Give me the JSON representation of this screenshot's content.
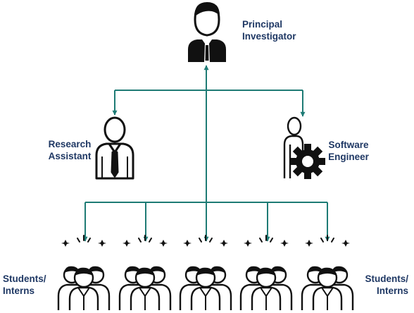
{
  "roles": {
    "principal": {
      "line1": "Principal",
      "line2": "Investigator"
    },
    "research": {
      "line1": "Research",
      "line2": "Assistant"
    },
    "software": {
      "line1": "Software",
      "line2": "Engineer"
    },
    "students_left": {
      "line1": "Students/",
      "line2": "Interns"
    },
    "students_right": {
      "line1": "Students/",
      "line2": "Interns"
    }
  },
  "colors": {
    "connector": "#1e7b75",
    "label": "#1f3864",
    "icon": "#111111"
  },
  "icons": [
    "principal-investigator-icon",
    "research-assistant-icon",
    "software-engineer-icon",
    "student-group-icon"
  ]
}
